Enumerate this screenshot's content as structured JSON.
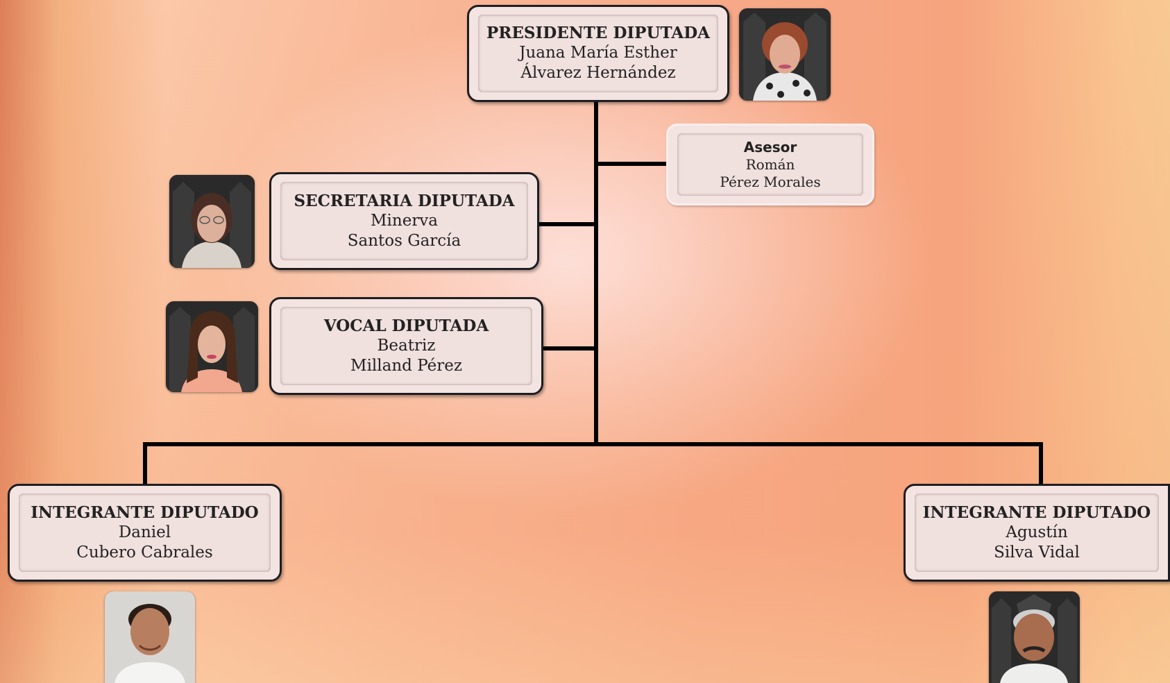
{
  "nodes": {
    "presidente": {
      "role": "PRESIDENTE DIPUTADA",
      "name_line1": "Juana María Esther",
      "name_line2": "Álvarez Hernández"
    },
    "asesor": {
      "role": "Asesor",
      "name_line1": "Román",
      "name_line2": "Pérez Morales"
    },
    "secretaria": {
      "role": "SECRETARIA DIPUTADA",
      "name_line1": "Minerva",
      "name_line2": "Santos García"
    },
    "vocal": {
      "role": "VOCAL DIPUTADA",
      "name_line1": "Beatriz",
      "name_line2": "Milland Pérez"
    },
    "integrante_left": {
      "role": "INTEGRANTE DIPUTADO",
      "name_line1": "Daniel",
      "name_line2": "Cubero Cabrales"
    },
    "integrante_right": {
      "role": "INTEGRANTE DIPUTADO",
      "name_line1": "Agustín",
      "name_line2": "Silva Vidal"
    }
  },
  "colors": {
    "connector": "#000000",
    "box_border": "#1e1e22",
    "box_fill": "#f3e4e2"
  }
}
